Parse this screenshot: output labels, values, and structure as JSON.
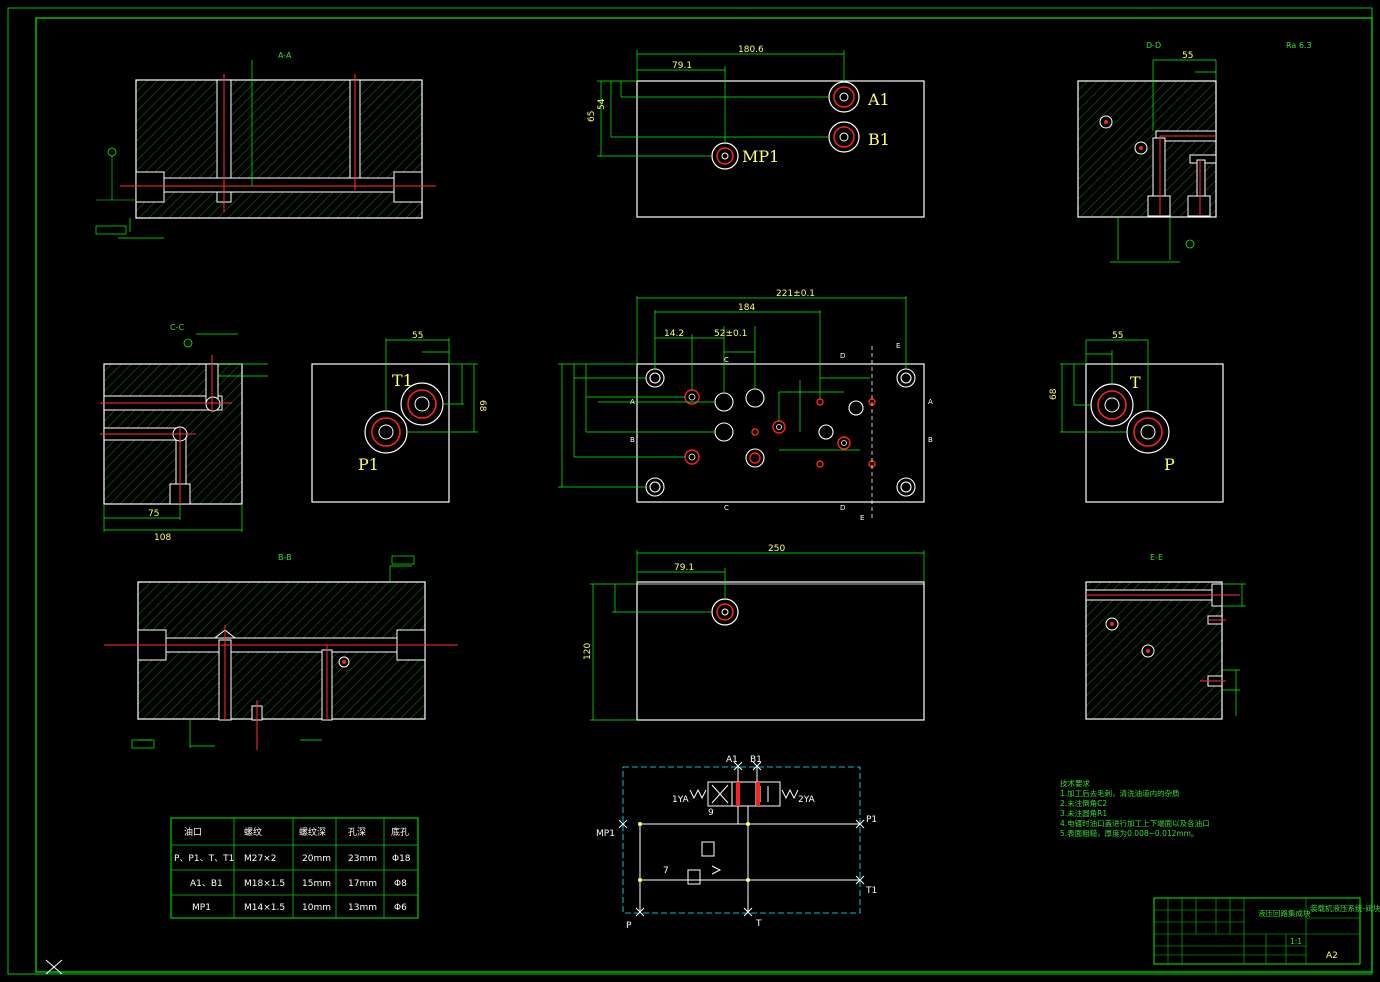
{
  "colors": {
    "background": "#000000",
    "frame": "#00cc00",
    "outline": "#ffffff",
    "dimension": "#00ff00",
    "hatch": "#0a5a0a",
    "hole_red": "#ff2020",
    "label": "#ffff66"
  },
  "port_labels": {
    "a1": "A1",
    "b1": "B1",
    "mp1": "MP1",
    "t1": "T1",
    "p1": "P1",
    "t": "T",
    "p": "P"
  },
  "section_labels": {
    "aa": "A-A",
    "bb": "B-B",
    "cc": "C-C",
    "dd": "D-D",
    "ee": "E-E"
  },
  "schematic": {
    "a1": "A1",
    "b1": "B1",
    "yv1": "1YA",
    "yv2": "2YA",
    "valve_no": "9",
    "relief_no": "7",
    "mp1": "MP1",
    "p1": "P1",
    "t1": "T1",
    "p": "P",
    "t": "T"
  },
  "port_table": {
    "headers": [
      "油口",
      "螺纹",
      "螺纹深",
      "孔深",
      "底孔"
    ],
    "rows": [
      [
        "P、P1、T、T1",
        "M27×2",
        "20mm",
        "23mm",
        "Φ18"
      ],
      [
        "A1、B1",
        "M18×1.5",
        "15mm",
        "17mm",
        "Φ8"
      ],
      [
        "MP1",
        "M14×1.5",
        "10mm",
        "13mm",
        "Φ6"
      ]
    ]
  },
  "notes": {
    "title": "技术要求",
    "lines": [
      "1.加工后去毛刺，清洗油道内的杂质",
      "2.未注倒角C2",
      "3.未注圆角R1",
      "4.电镀时油口盖进行加工上下端面以及各油口",
      "5.表面粗糙，厚度为0.008~0.012mm。"
    ]
  },
  "title_block": {
    "part_name": "液压回路集成块",
    "drawing_title": "装载机液压系统-阀块",
    "scale": "1:1",
    "sheet": "A2"
  },
  "dims": {
    "top_width": "180.6",
    "top_mp": "79.1",
    "top_h1": "54",
    "top_h2": "65",
    "mid_width": "221±0.1",
    "mid_inner": "184",
    "mid_left": "14.2",
    "mid_mid": "52±0.1",
    "bot_width": "250",
    "bot_mp": "79.1",
    "bot_h": "120",
    "left_side_w": "75",
    "left_side_w2": "108",
    "t1_w": "55",
    "t1_h": "68",
    "p_w": "55",
    "p_h": "68",
    "right_top_w": "55"
  }
}
